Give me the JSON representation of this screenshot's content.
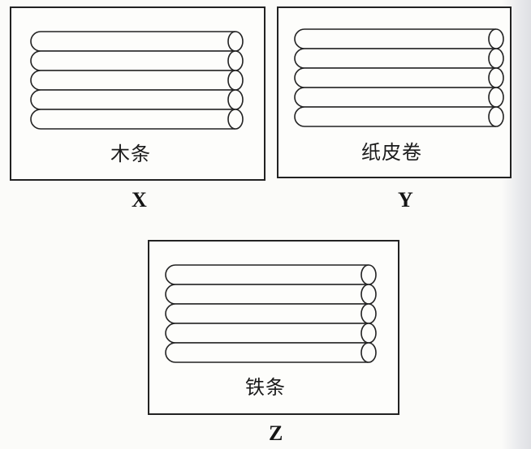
{
  "figures": [
    {
      "id": "x",
      "label": "木条",
      "caption": "X",
      "rod_count": 5
    },
    {
      "id": "y",
      "label": "纸皮卷",
      "caption": "Y",
      "rod_count": 5
    },
    {
      "id": "z",
      "label": "铁条",
      "caption": "Z",
      "rod_count": 5
    }
  ],
  "colors": {
    "stroke": "#222222",
    "background": "#fbfbf9"
  }
}
